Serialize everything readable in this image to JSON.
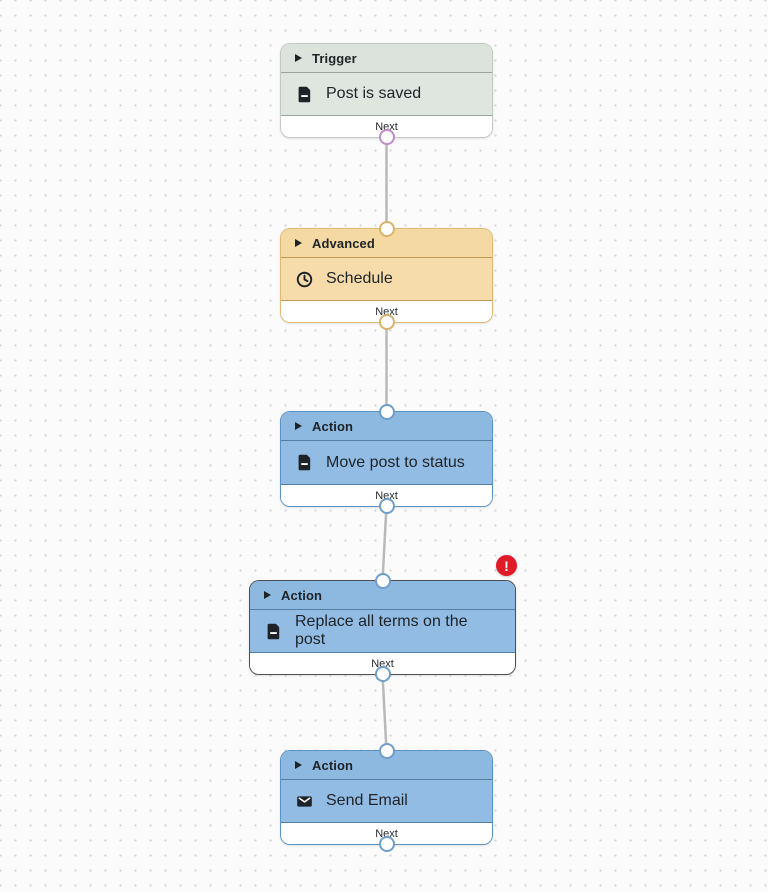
{
  "canvas": {
    "background_color": "#fbfbfb",
    "dot_color": "#d2d2d2",
    "connector_color": "#b9b9b9"
  },
  "palette": {
    "trigger_fill": "#dfe5df",
    "trigger_border": "#c3cac3",
    "trigger_port": "#bd8cc9",
    "advanced_fill": "#f6dcab",
    "advanced_border": "#dfba74",
    "advanced_port": "#d9b269",
    "action_fill": "#92bce3",
    "action_border": "#5b92c6",
    "action_port": "#6f9ecb",
    "selected_border": "#4b4f54",
    "error_red": "#e11a28",
    "text_color": "#1d2327"
  },
  "nodes": [
    {
      "type_label": "Trigger",
      "title": "Post is saved",
      "icon": "document-icon",
      "footer_label": "Next"
    },
    {
      "type_label": "Advanced",
      "title": "Schedule",
      "icon": "clock-icon",
      "footer_label": "Next"
    },
    {
      "type_label": "Action",
      "title": "Move post to status",
      "icon": "document-icon",
      "footer_label": "Next"
    },
    {
      "type_label": "Action",
      "title": "Replace all terms on the post",
      "icon": "document-icon",
      "footer_label": "Next",
      "error_badge": "!"
    },
    {
      "type_label": "Action",
      "title": "Send Email",
      "icon": "envelope-icon",
      "footer_label": "Next"
    }
  ]
}
